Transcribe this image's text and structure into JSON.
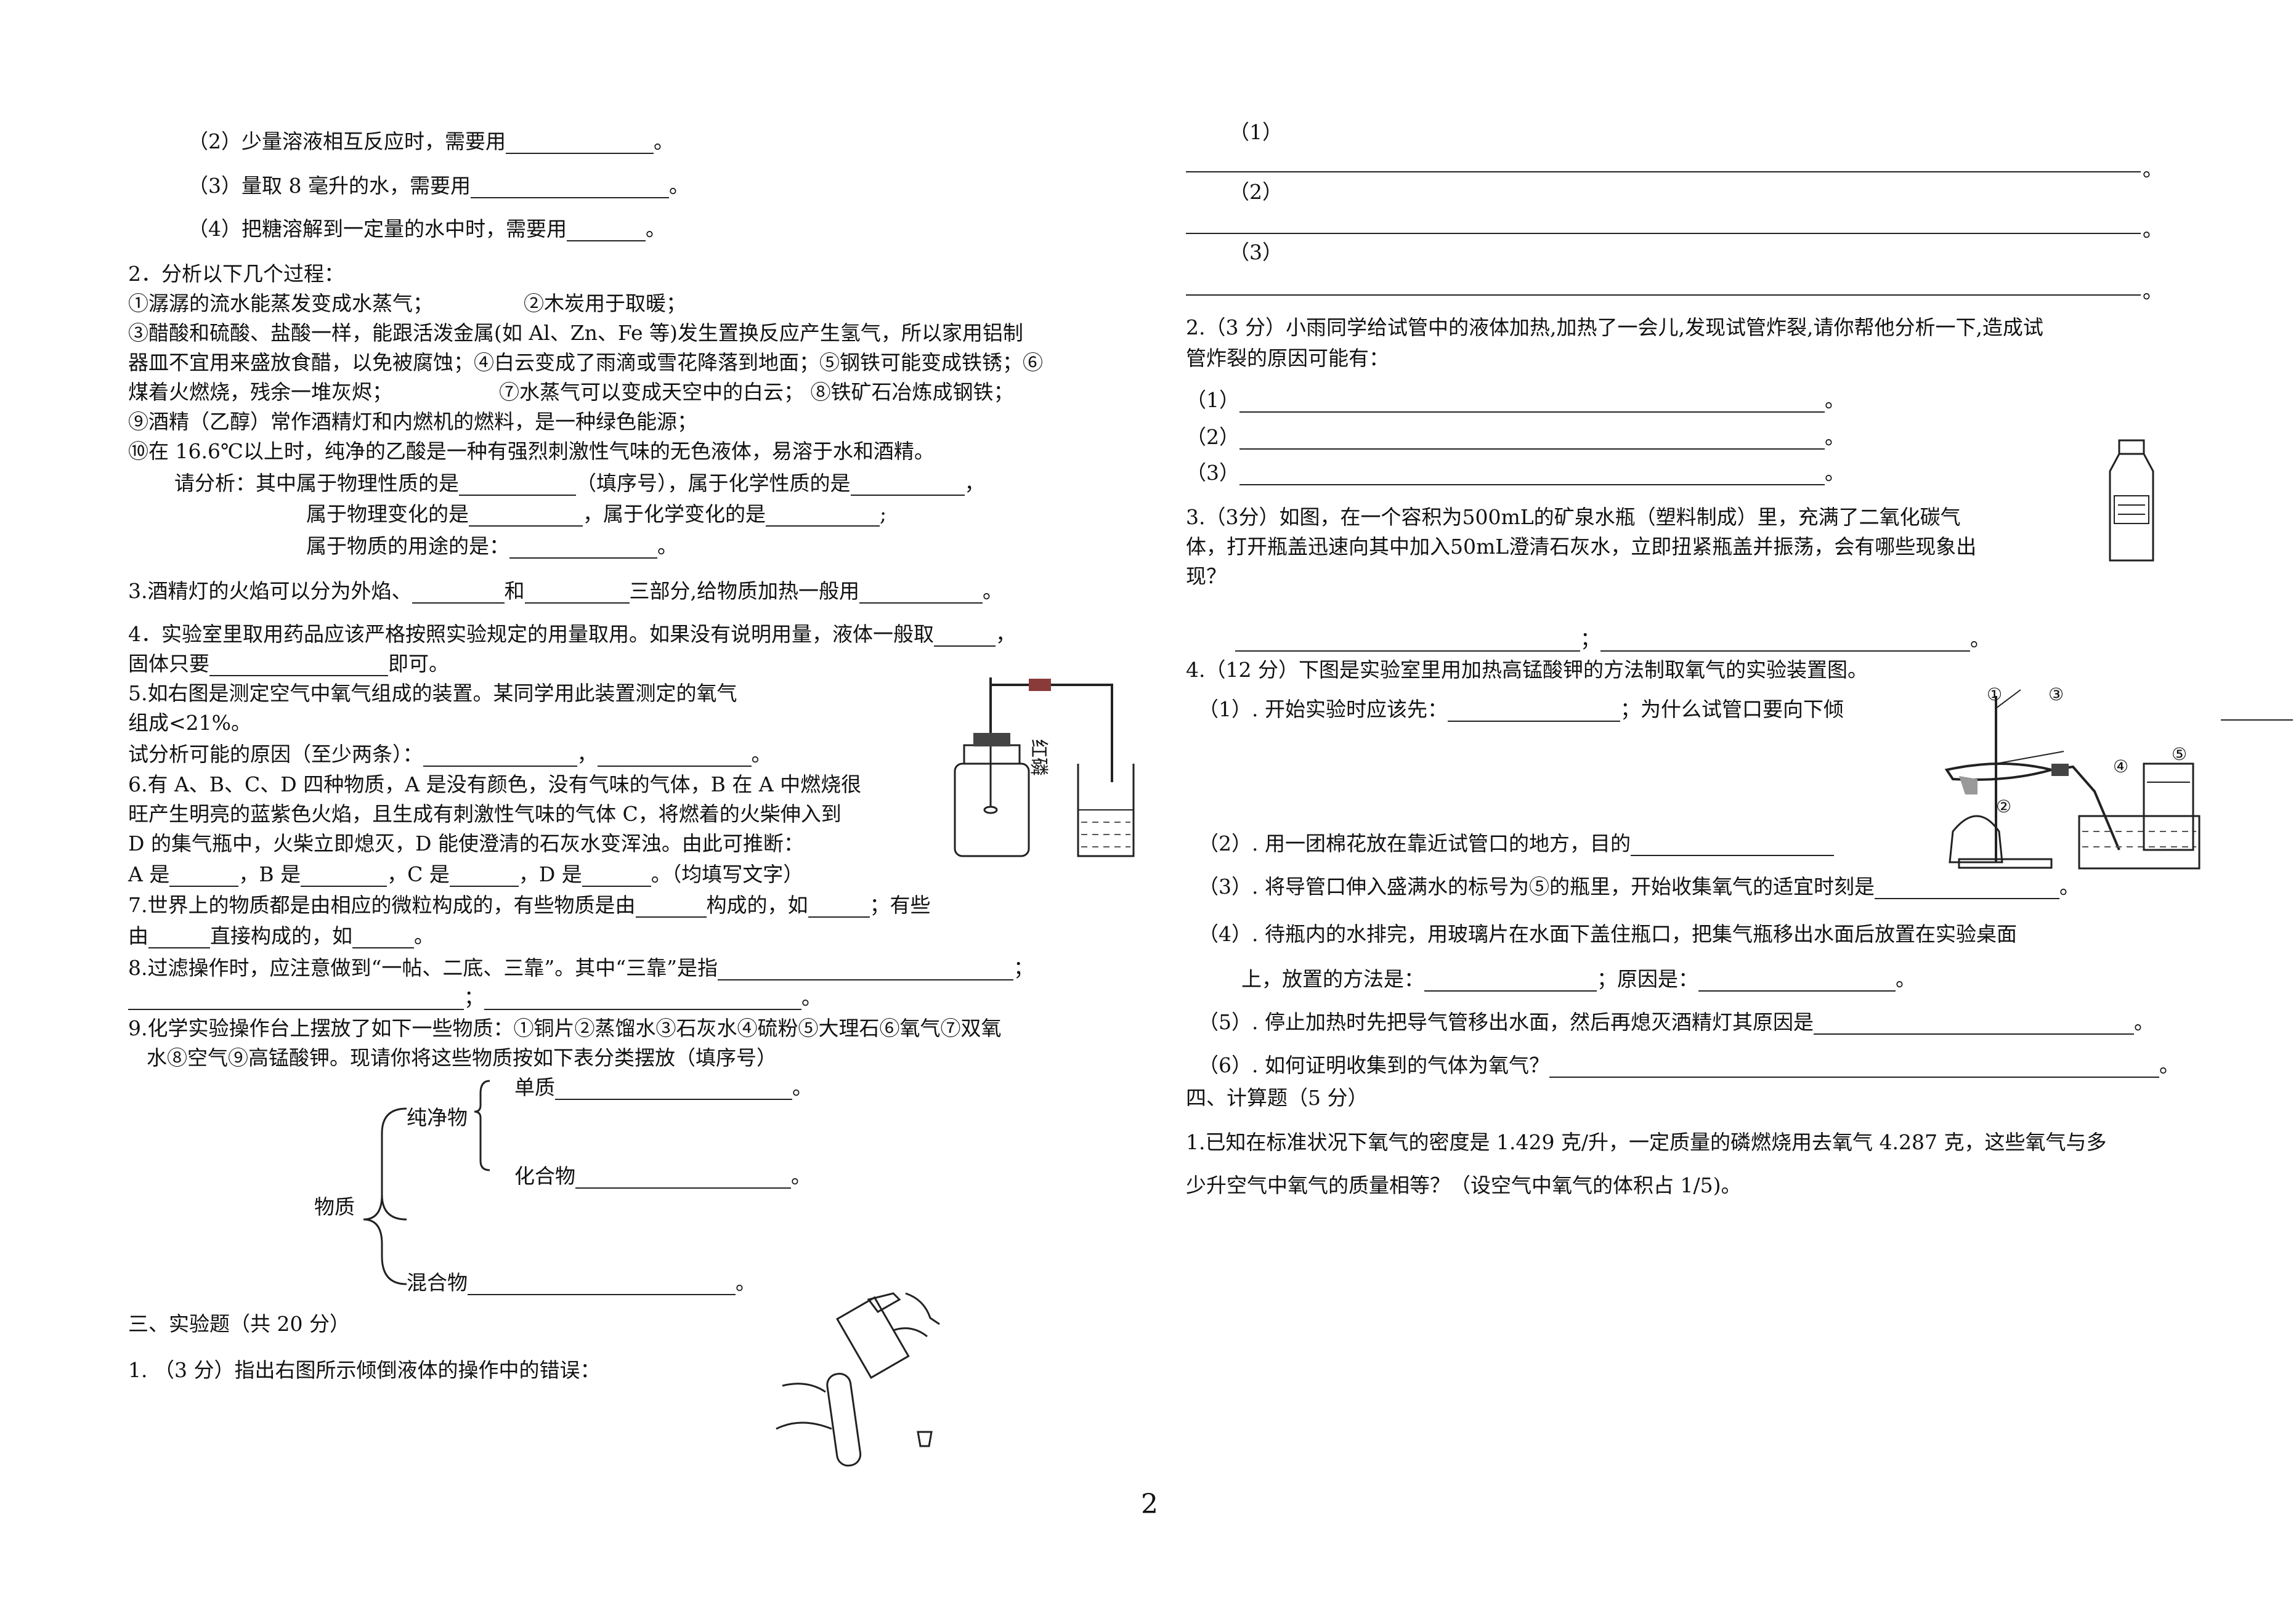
{
  "left": {
    "q1_2": "（2）少量溶液相互反应时，需要用",
    "q1_3": "（3）量取 8 毫升的水，需要用",
    "q1_4": "（4）把糖溶解到一定量的水中时，需要用",
    "q2_title": "2．分析以下几个过程：",
    "q2_l1a": "①潺潺的流水能蒸发变成水蒸气；",
    "q2_l1b": "②木炭用于取暖；",
    "q2_l2": "③醋酸和硫酸、盐酸一样，能跟活泼金属(如 Al、Zn、Fe 等)发生置换反应产生氢气，所以家用铝制",
    "q2_l3": "器皿不宜用来盛放食醋，以免被腐蚀；④白云变成了雨滴或雪花降落到地面；⑤钢铁可能变成铁锈；⑥",
    "q2_l4a": "煤着火燃烧，残余一堆灰烬；",
    "q2_l4b": "⑦水蒸气可以变成天空中的白云；  ⑧铁矿石冶炼成钢铁；",
    "q2_l5": "⑨酒精（乙醇）常作酒精灯和内燃机的燃料，是一种绿色能源；",
    "q2_l6": "⑩在 16.6℃以上时，纯净的乙酸是一种有强烈刺激性气味的无色液体，易溶于水和酒精。",
    "q2_a1a": "请分析：其中属于物理性质的是",
    "q2_a1b": "（填序号），属于化学性质的是",
    "q2_a2a": "属于物理变化的是",
    "q2_a2b": "，属于化学变化的是",
    "q2_a3": "属于物质的用途的是：",
    "q3a": "3.酒精灯的火焰可以分为外焰、",
    "q3b": "和",
    "q3c": "三部分,给物质加热一般用",
    "q4_l1": "4．实验室里取用药品应该严格按照实验规定的用量取用。如果没有说明用量，液体一般取",
    "q4_l2a": "固体只要",
    "q4_l2b": "即可。",
    "q5_l1": "5.如右图是测定空气中氧气组成的装置。某同学用此装置测定的氧气",
    "q5_l2": "组成<21%。",
    "q5_l3": "试分析可能的原因（至少两条）：",
    "q6_l1": "6.有 A、B、C、D 四种物质，A 是没有颜色，没有气味的气体，B 在 A 中燃烧很",
    "q6_l2": "旺产生明亮的蓝紫色火焰，且生成有刺激性气味的气体 C，将燃着的火柴伸入到",
    "q6_l3": "D 的集气瓶中，火柴立即熄灭，D 能使澄清的石灰水变浑浊。由此可推断：",
    "q6_l4a": "A 是",
    "q6_l4b": "，B 是",
    "q6_l4c": "，C 是",
    "q6_l4d": "，D 是",
    "q6_l4e": "。（均填写文字）",
    "q7_l1a": "7.世界上的物质都是由相应的微粒构成的，有些物质是由",
    "q7_l1b": "构成的，如",
    "q7_l1c": "；有些",
    "q7_l2a": "由",
    "q7_l2b": "直接构成的，如",
    "q8_l1": "8.过滤操作时，应注意做到“一帖、二底、三靠”。其中“三靠”是指",
    "q9_l1": "9.化学实验操作台上摆放了如下一些物质：①铜片②蒸馏水③石灰水④硫粉⑤大理石⑥氧气⑦双氧",
    "q9_l2": "水⑧空气⑨高锰酸钾。现请你将这些物质按如下表分类摆放（填序号）",
    "tree_danzhi": "单质",
    "tree_chunjing": "纯净物",
    "tree_huahe": "化合物",
    "tree_wuzhi": "物质",
    "tree_hunhe": "混合物",
    "sec3": "三、实验题（共 20 分）",
    "e1": "1. （3 分）指出右图所示倾倒液体的操作中的错误：",
    "hongp": "红磷"
  },
  "right": {
    "r1": "（1）",
    "r2": "（2）",
    "r3": "（3）",
    "e2_l1": "2.（3 分）小雨同学给试管中的液体加热,加热了一会儿,发现试管炸裂,请你帮他分析一下,造成试",
    "e2_l2": "管炸裂的原因可能有：",
    "e2_o1": "（1）",
    "e2_o2": "（2）",
    "e2_o3": "（3）",
    "e3_l1": "3.（3分）如图，在一个容积为500mL的矿泉水瓶（塑料制成）里，充满了二氧化碳气",
    "e3_l2": "体，打开瓶盖迅速向其中加入50mL澄清石灰水，立即扭紧瓶盖并振荡，会有哪些现象出",
    "e3_l3": "现？",
    "e4_l1": "4.（12 分）下图是实验室里用加热高锰酸钾的方法制取氧气的实验装置图。",
    "e4_q1a": "（1）. 开始实验时应该先：",
    "e4_q1b": "；为什么试管口要向下倾",
    "e4_q2": "（2）. 用一团棉花放在靠近试管口的地方，目的",
    "e4_q3": "（3）. 将导管口伸入盛满水的标号为⑤的瓶里，开始收集氧气的适宜时刻是",
    "e4_q4a": "（4）. 待瓶内的水排完，用玻璃片在水面下盖住瓶口，把集气瓶移出水面后放置在实验桌面",
    "e4_q4b": "上，放置的方法是：",
    "e4_q4c": "；原因是：",
    "e4_q5": "（5）. 停止加热时先把导气管移出水面，然后再熄灭酒精灯其原因是",
    "e4_q6": "（6）. 如何证明收集到的气体为氧气？",
    "sec4": "四、计算题（5 分）",
    "c1_l1": "1.已知在标准状况下氧气的密度是 1.429 克/升，一定质量的磷燃烧用去氧气 4.287 克，这些氧气与多",
    "c1_l2": "少升空气中氧气的质量相等？（设空气中氧气的体积占 1/5)。",
    "label1": "①",
    "label2": "②",
    "label3": "③",
    "label4": "④",
    "label5": "⑤"
  },
  "page_number": "2",
  "punct": {
    "period": "。",
    "comma": "，",
    "semicolon": "；",
    "semi_ascii": ";"
  }
}
